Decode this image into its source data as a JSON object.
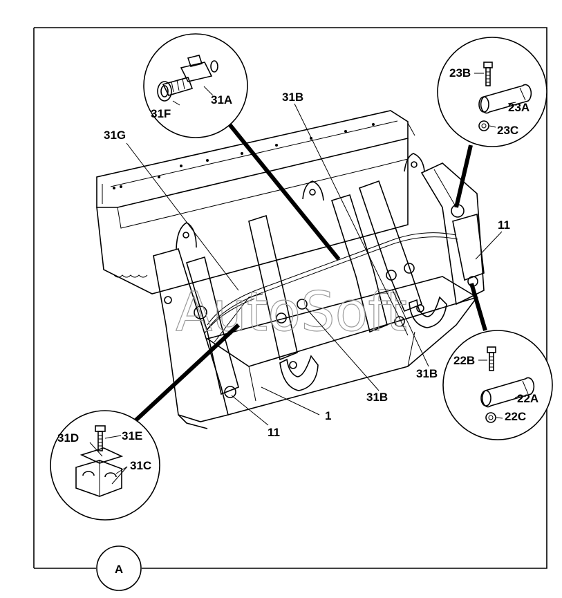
{
  "figure": {
    "view_label": "A",
    "watermark": "AutoSoft",
    "callouts": {
      "c31G": "31G",
      "c31B_top": "31B",
      "c31B_mid": "31B",
      "c31B_right": "31B",
      "c11_left": "11",
      "c11_right": "11",
      "c1": "1",
      "c31A": "31A",
      "c31F": "31F",
      "c23B": "23B",
      "c23A": "23A",
      "c23C": "23C",
      "c22B": "22B",
      "c22A": "22A",
      "c22C": "22C",
      "c31D": "31D",
      "c31E": "31E",
      "c31C": "31C"
    }
  }
}
